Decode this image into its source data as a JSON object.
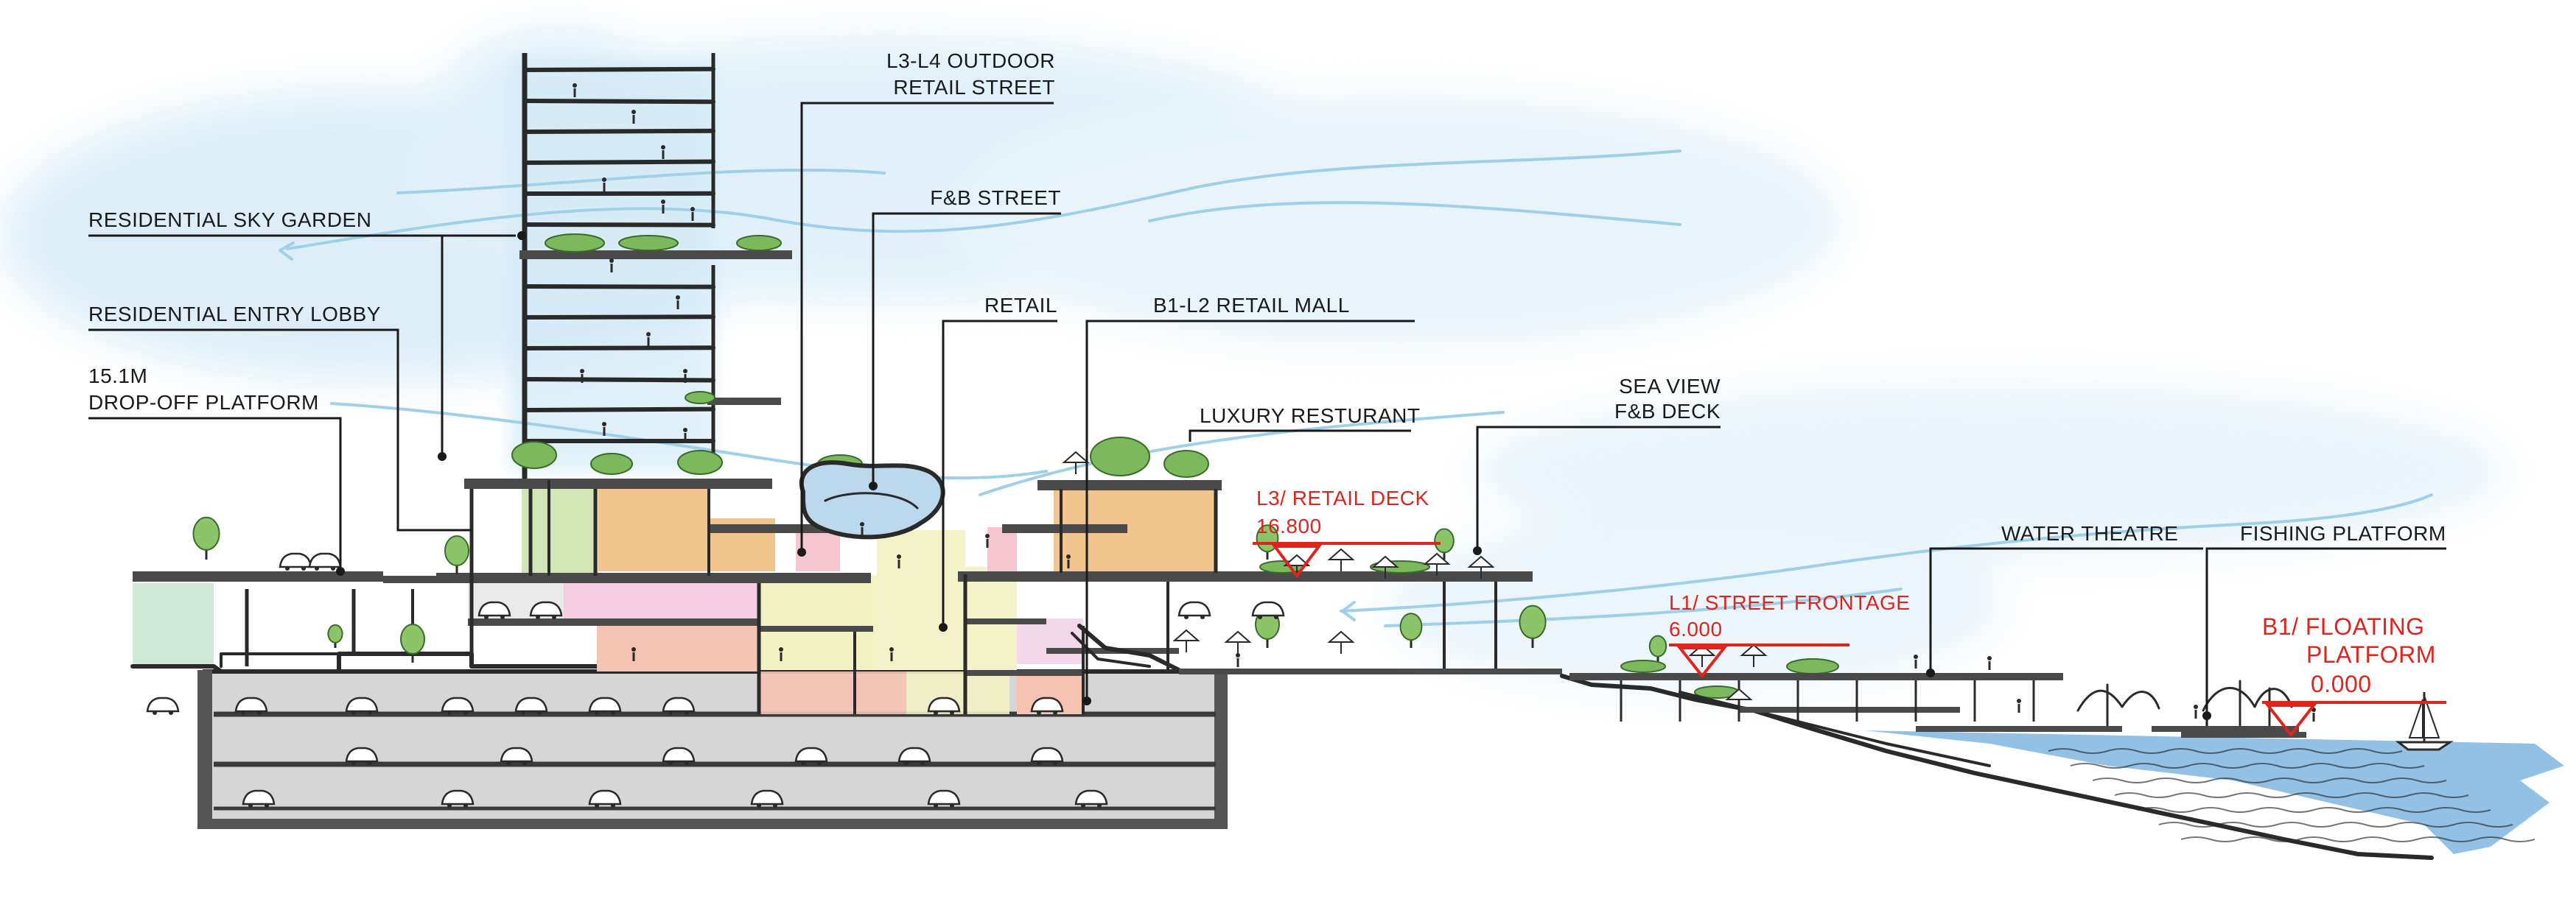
{
  "labels": {
    "outdoor_retail_street_1": "L3-L4 OUTDOOR",
    "outdoor_retail_street_2": "RETAIL STREET",
    "fb_street": "F&B STREET",
    "residential_sky_garden": "RESIDENTIAL SKY GARDEN",
    "residential_entry_lobby": "RESIDENTIAL ENTRY LOBBY",
    "retail": "RETAIL",
    "retail_mall": "B1-L2 RETAIL MALL",
    "dropoff_1": "15.1M",
    "dropoff_2": "DROP-OFF PLATFORM",
    "luxury_restaurant": "LUXURY RESTURANT",
    "sea_view_1": "SEA VIEW",
    "sea_view_2": "F&B DECK",
    "water_theatre": "WATER THEATRE",
    "fishing_platform": "FISHING PLATFORM"
  },
  "levels": {
    "l3_name": "L3/ RETAIL DECK",
    "l3_value": "16.800",
    "l1_name": "L1/ STREET FRONTAGE",
    "l1_value": "6.000",
    "b1_name_1": "B1/ FLOATING",
    "b1_name_2": "PLATFORM",
    "b1_value": "0.000"
  },
  "colors": {
    "level_marker": "#e0241b",
    "wind": "#9fd0ea",
    "sky": "#dceef8",
    "water": "#7fb6e0",
    "basement": "#d4d4d4",
    "retail_orange": "#f2c48e",
    "lobby_green": "#cfe5b5",
    "pink": "#f6cde0",
    "salmon": "#f6b9a6",
    "yellow": "#f4f2c2",
    "vegetation": "#7cb85c"
  },
  "icons": [
    "tree-icon",
    "car-icon",
    "umbrella-icon",
    "person-icon",
    "sailboat-icon",
    "level-marker-icon"
  ]
}
